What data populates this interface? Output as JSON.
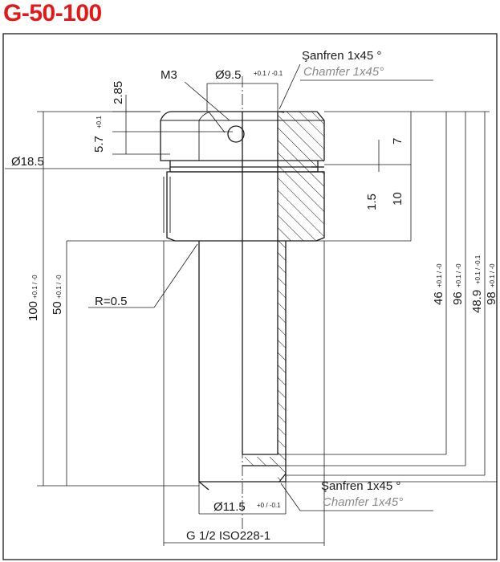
{
  "title": "G-50-100",
  "labels": {
    "m3": "M3",
    "d95": "Ø9.5",
    "d95_tol": "+0.1 / -0.1",
    "chamfer_tr": "Şanfren 1x45 °",
    "chamfer_tr2": "Chamfer 1x45°",
    "dim_285": "2.85",
    "dim_57": "5.7",
    "dim_57_tol": "+0.1",
    "d185": "Ø18.5",
    "dim_100": "100",
    "dim_100_tol": "+0.1 / -0",
    "dim_50": "50",
    "dim_50_tol": "+0.1 / -0",
    "r05": "R=0.5",
    "dim_7": "7",
    "dim_15": "1.5",
    "dim_10": "10",
    "dim_46": "46",
    "dim_46_tol": "+0.1 / -0",
    "dim_96": "96",
    "dim_96_tol": "+0.1 / -0",
    "dim_489": "48.9",
    "dim_489_tol": "+0.1 / -0.1",
    "dim_98": "98",
    "dim_98_tol": "+0.1 / -0",
    "chamfer_br": "Şanfren 1x45 °",
    "chamfer_br2": "Chamfer 1x45°",
    "d115": "Ø11.5",
    "d115_tol": "+0 / -0.1",
    "thread": "G 1/2 ISO228-1"
  },
  "colors": {
    "title": "#e01a1a",
    "line": "#1a1a1a",
    "italic_note": "#8a8a8a"
  }
}
